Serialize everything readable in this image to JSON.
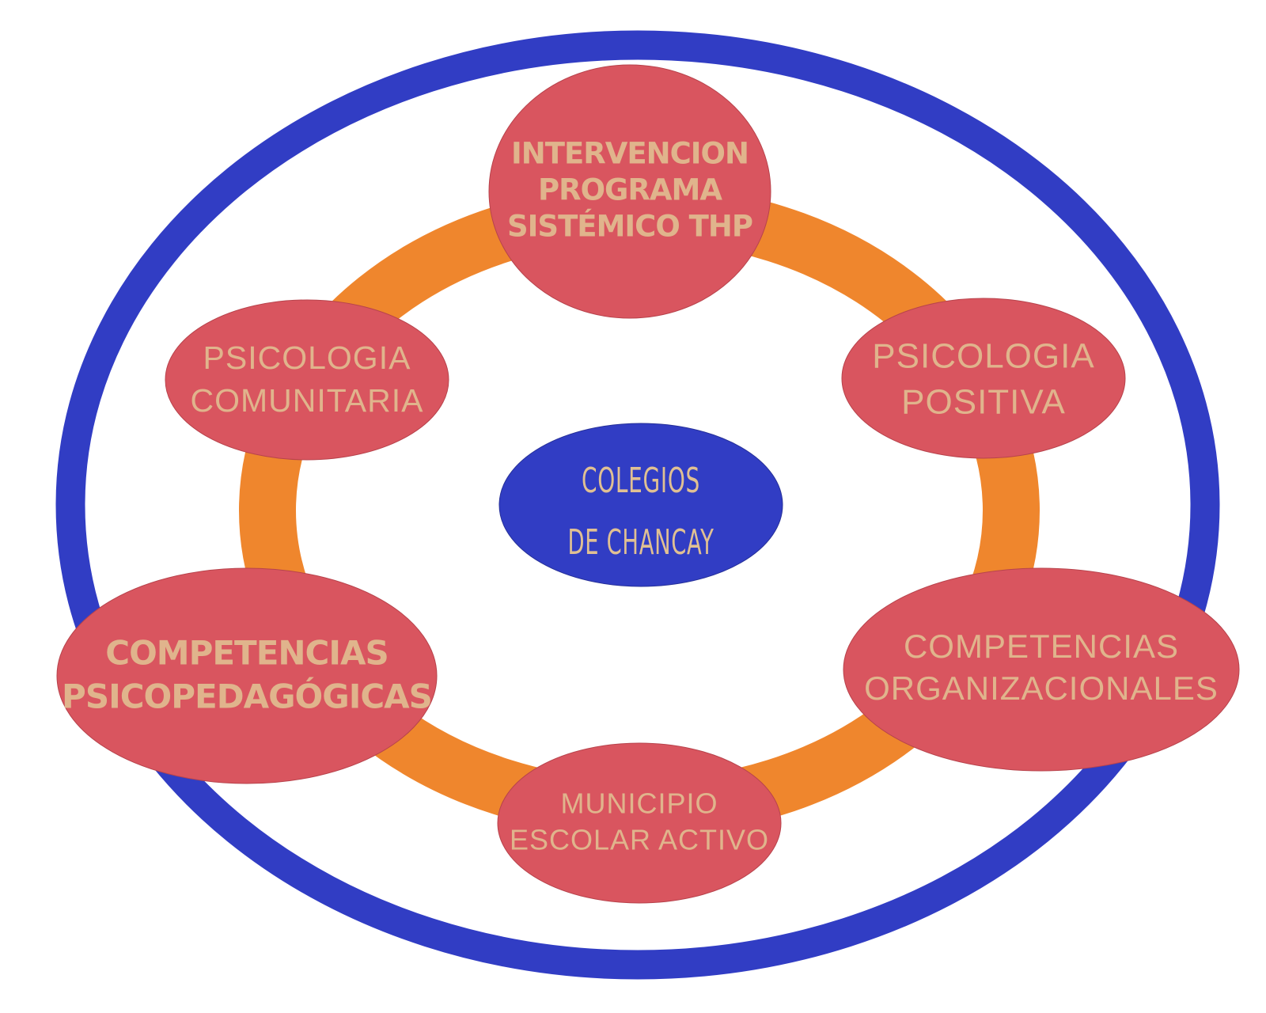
{
  "center": {
    "lines": [
      "COLEGIOS",
      "DE CHANCAY"
    ]
  },
  "nodes": {
    "intervencion": {
      "lines": [
        "INTERVENCION",
        "PROGRAMA",
        "SISTÉMICO THP"
      ]
    },
    "psicologia_positiva": {
      "lines": [
        "PSICOLOGIA",
        "POSITIVA"
      ]
    },
    "competencias_organizacionales": {
      "lines": [
        "COMPETENCIAS",
        "ORGANIZACIONALES"
      ]
    },
    "municipio_escolar": {
      "lines": [
        "MUNICIPIO",
        "ESCOLAR ACTIVO"
      ]
    },
    "competencias_psicopedagogicas": {
      "lines": [
        "COMPETENCIAS",
        "PSICOPEDAGÓGICAS"
      ]
    },
    "psicologia_comunitaria": {
      "lines": [
        "PSICOLOGIA",
        "COMUNITARIA"
      ]
    }
  },
  "colors": {
    "outer_ring": "#313dc4",
    "inner_ring": "#ef862d",
    "node_fill": "#d9555f",
    "center_fill": "#313dc4",
    "text": "#e0b48c"
  }
}
